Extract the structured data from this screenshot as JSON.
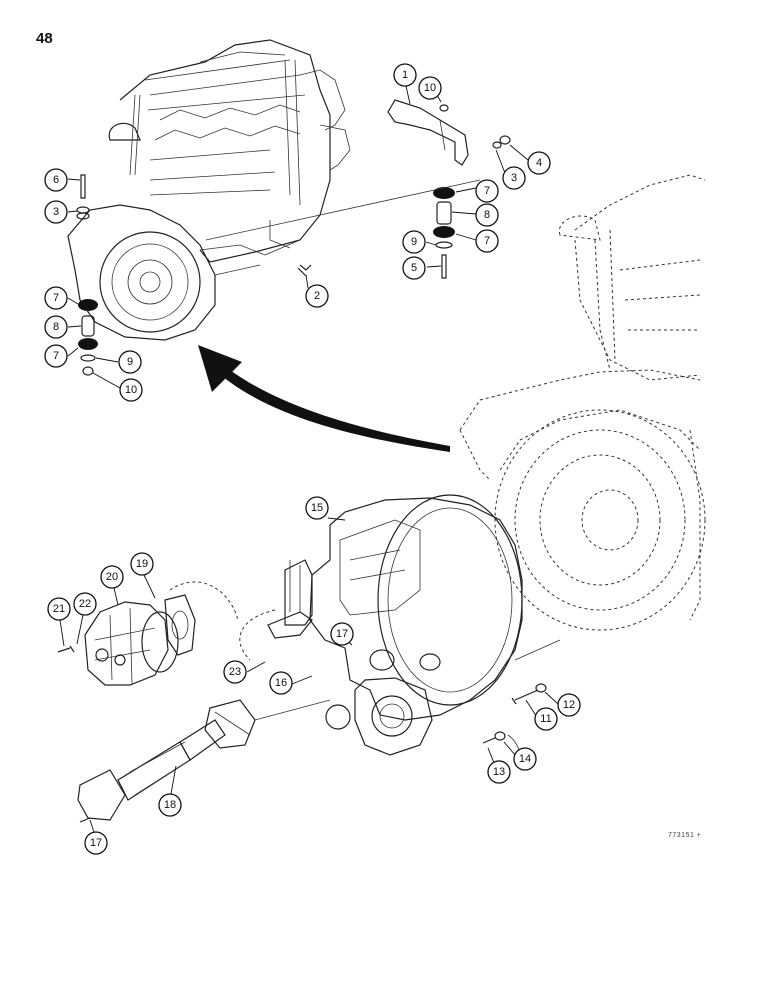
{
  "page_number": "48",
  "figure_code": "773151 +",
  "callouts": [
    {
      "id": "c1",
      "label": "1"
    },
    {
      "id": "c10a",
      "label": "10"
    },
    {
      "id": "c4",
      "label": "4"
    },
    {
      "id": "c3a",
      "label": "3"
    },
    {
      "id": "c7a",
      "label": "7"
    },
    {
      "id": "c8a",
      "label": "8"
    },
    {
      "id": "c7b",
      "label": "7"
    },
    {
      "id": "c9a",
      "label": "9"
    },
    {
      "id": "c5",
      "label": "5"
    },
    {
      "id": "c6",
      "label": "6"
    },
    {
      "id": "c3b",
      "label": "3"
    },
    {
      "id": "c2",
      "label": "2"
    },
    {
      "id": "c7c",
      "label": "7"
    },
    {
      "id": "c8b",
      "label": "8"
    },
    {
      "id": "c7d",
      "label": "7"
    },
    {
      "id": "c9b",
      "label": "9"
    },
    {
      "id": "c10b",
      "label": "10"
    },
    {
      "id": "c15",
      "label": "15"
    },
    {
      "id": "c19",
      "label": "19"
    },
    {
      "id": "c20",
      "label": "20"
    },
    {
      "id": "c21",
      "label": "21"
    },
    {
      "id": "c22",
      "label": "22"
    },
    {
      "id": "c17a",
      "label": "17"
    },
    {
      "id": "c23",
      "label": "23"
    },
    {
      "id": "c16",
      "label": "16"
    },
    {
      "id": "c12",
      "label": "12"
    },
    {
      "id": "c11",
      "label": "11"
    },
    {
      "id": "c14",
      "label": "14"
    },
    {
      "id": "c13",
      "label": "13"
    },
    {
      "id": "c18",
      "label": "18"
    },
    {
      "id": "c17b",
      "label": "17"
    }
  ]
}
